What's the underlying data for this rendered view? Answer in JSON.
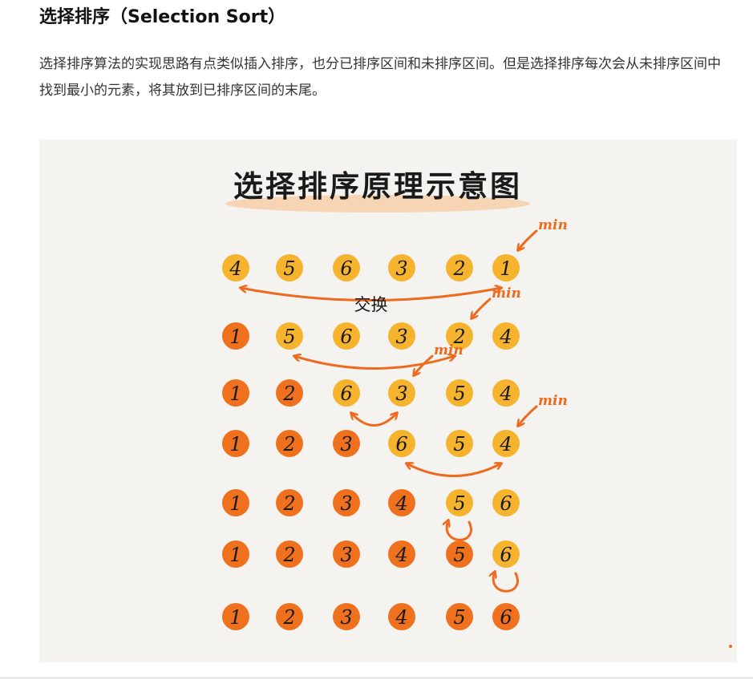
{
  "article": {
    "heading": "选择排序（Selection Sort）",
    "paragraph": "选择排序算法的实现思路有点类似插入排序，也分已排序区间和未排序区间。但是选择排序每次会从未排序区间中找到最小的元素，将其放到已排序区间的末尾。"
  },
  "figure": {
    "title": "选择排序原理示意图",
    "swap_label": "交换",
    "min_label": "min",
    "colors": {
      "sorted": "#f0711d",
      "unsorted": "#f5b32e",
      "arrow": "#ee6a1f",
      "background": "#f4f3ef",
      "highlight": "#f7c9a0"
    },
    "steps": [
      {
        "values": [
          "4",
          "5",
          "6",
          "3",
          "2",
          "1"
        ],
        "sorted_count": 0,
        "min_index": 5,
        "swap": [
          0,
          5
        ]
      },
      {
        "values": [
          "1",
          "5",
          "6",
          "3",
          "2",
          "4"
        ],
        "sorted_count": 1,
        "min_index": 4,
        "swap": [
          1,
          4
        ]
      },
      {
        "values": [
          "1",
          "2",
          "6",
          "3",
          "5",
          "4"
        ],
        "sorted_count": 2,
        "min_index": 3,
        "swap": [
          2,
          3
        ]
      },
      {
        "values": [
          "1",
          "2",
          "3",
          "6",
          "5",
          "4"
        ],
        "sorted_count": 3,
        "min_index": 5,
        "swap": [
          3,
          5
        ]
      },
      {
        "values": [
          "1",
          "2",
          "3",
          "4",
          "5",
          "6"
        ],
        "sorted_count": 4,
        "min_index": null,
        "self_swap": 4
      },
      {
        "values": [
          "1",
          "2",
          "3",
          "4",
          "5",
          "6"
        ],
        "sorted_count": 5,
        "min_index": null,
        "self_swap": 5
      },
      {
        "values": [
          "1",
          "2",
          "3",
          "4",
          "5",
          "6"
        ],
        "sorted_count": 6,
        "min_index": null
      }
    ]
  }
}
